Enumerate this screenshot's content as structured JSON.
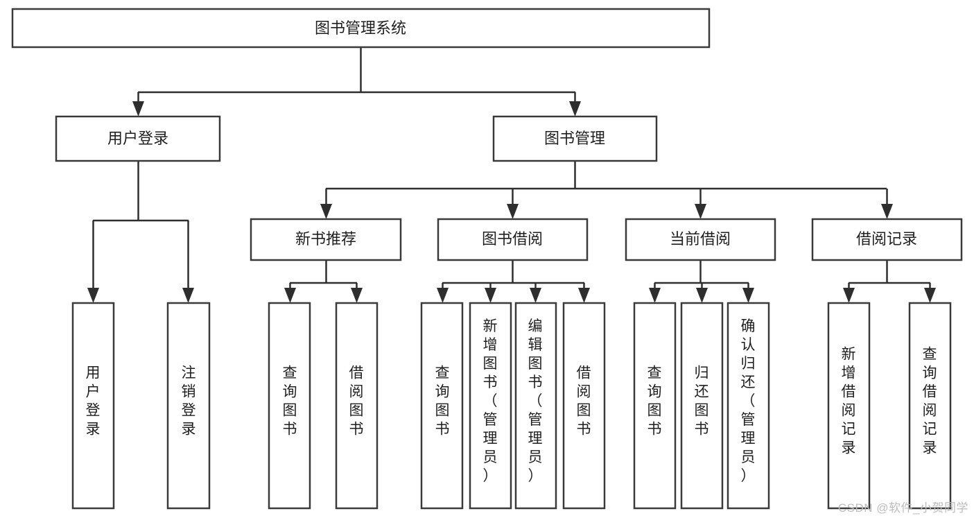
{
  "diagram": {
    "type": "tree",
    "title": "图书管理系统",
    "orientation": "top-down",
    "watermark": "CSDN @软件_小贺同学",
    "colors": {
      "box_fill": "#ffffff",
      "box_stroke": "#3a3a3a",
      "connector": "#2e2e2e",
      "text": "#1f1f1f",
      "watermark": "#bdbdbd"
    },
    "root": {
      "id": "root",
      "label": "图书管理系统",
      "level": 0
    },
    "level1": [
      {
        "id": "user-login",
        "label": "用户登录",
        "level": 1
      },
      {
        "id": "book-manage",
        "label": "图书管理",
        "level": 1
      }
    ],
    "level2": [
      {
        "id": "new-book-recommend",
        "label": "新书推荐",
        "level": 2,
        "parent": "book-manage"
      },
      {
        "id": "book-borrow",
        "label": "图书借阅",
        "level": 2,
        "parent": "book-manage"
      },
      {
        "id": "current-borrow",
        "label": "当前借阅",
        "level": 2,
        "parent": "book-manage"
      },
      {
        "id": "borrow-record",
        "label": "借阅记录",
        "level": 2,
        "parent": "book-manage"
      }
    ],
    "leaves": [
      {
        "id": "leaf-user-login",
        "label": "用户登录",
        "parent": "user-login"
      },
      {
        "id": "leaf-user-logout",
        "label": "注销登录",
        "parent": "user-login"
      },
      {
        "id": "leaf-query-book-1",
        "label": "查询图书",
        "parent": "new-book-recommend"
      },
      {
        "id": "leaf-borrow-book-1",
        "label": "借阅图书",
        "parent": "new-book-recommend"
      },
      {
        "id": "leaf-query-book-2",
        "label": "查询图书",
        "parent": "book-borrow"
      },
      {
        "id": "leaf-add-book",
        "label": "新增图书（管理员）",
        "parent": "book-borrow"
      },
      {
        "id": "leaf-edit-book",
        "label": "编辑图书（管理员）",
        "parent": "book-borrow"
      },
      {
        "id": "leaf-borrow-book-2",
        "label": "借阅图书",
        "parent": "book-borrow"
      },
      {
        "id": "leaf-query-book-3",
        "label": "查询图书",
        "parent": "current-borrow"
      },
      {
        "id": "leaf-return-book",
        "label": "归还图书",
        "parent": "current-borrow"
      },
      {
        "id": "leaf-confirm-return",
        "label": "确认归还（管理员）",
        "parent": "current-borrow"
      },
      {
        "id": "leaf-add-record",
        "label": "新增借阅记录",
        "parent": "borrow-record"
      },
      {
        "id": "leaf-query-record",
        "label": "查询借阅记录",
        "parent": "borrow-record"
      }
    ]
  }
}
